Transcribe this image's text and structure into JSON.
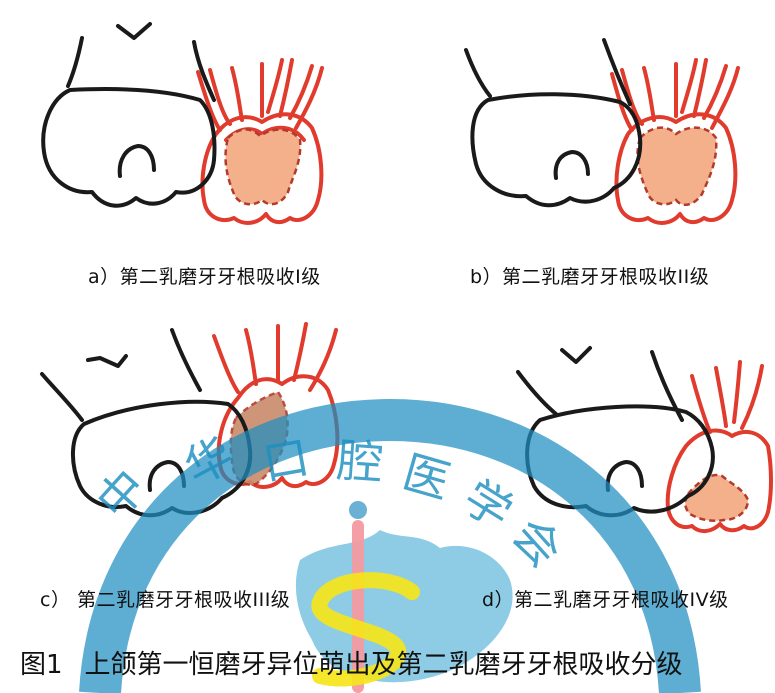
{
  "panels": {
    "a": {
      "caption": "a）第二乳磨牙牙根吸收I级"
    },
    "b": {
      "caption": "b）第二乳磨牙牙根吸收II级"
    },
    "c": {
      "caption": "c） 第二乳磨牙牙根吸收III级"
    },
    "d": {
      "caption": "d）第二乳磨牙牙根吸收IV级"
    }
  },
  "figure": {
    "number": "图1",
    "title": "上颌第一恒磨牙异位萌出及第二乳磨牙牙根吸收分级"
  },
  "watermark": {
    "chars": [
      "中",
      "华",
      "口",
      "腔",
      "医",
      "学",
      "会"
    ]
  },
  "colors": {
    "outline_primary": "#1a1a1a",
    "outline_secondary": "#e03b2c",
    "resorption_fill": "#f3b08a",
    "resorption_dash": "#b33a2c",
    "watermark_blue": "#1e8fc0",
    "watermark_blue_light": "#7ac3e2",
    "watermark_pink": "#f39aa0",
    "watermark_yellow": "#f5e51a"
  }
}
